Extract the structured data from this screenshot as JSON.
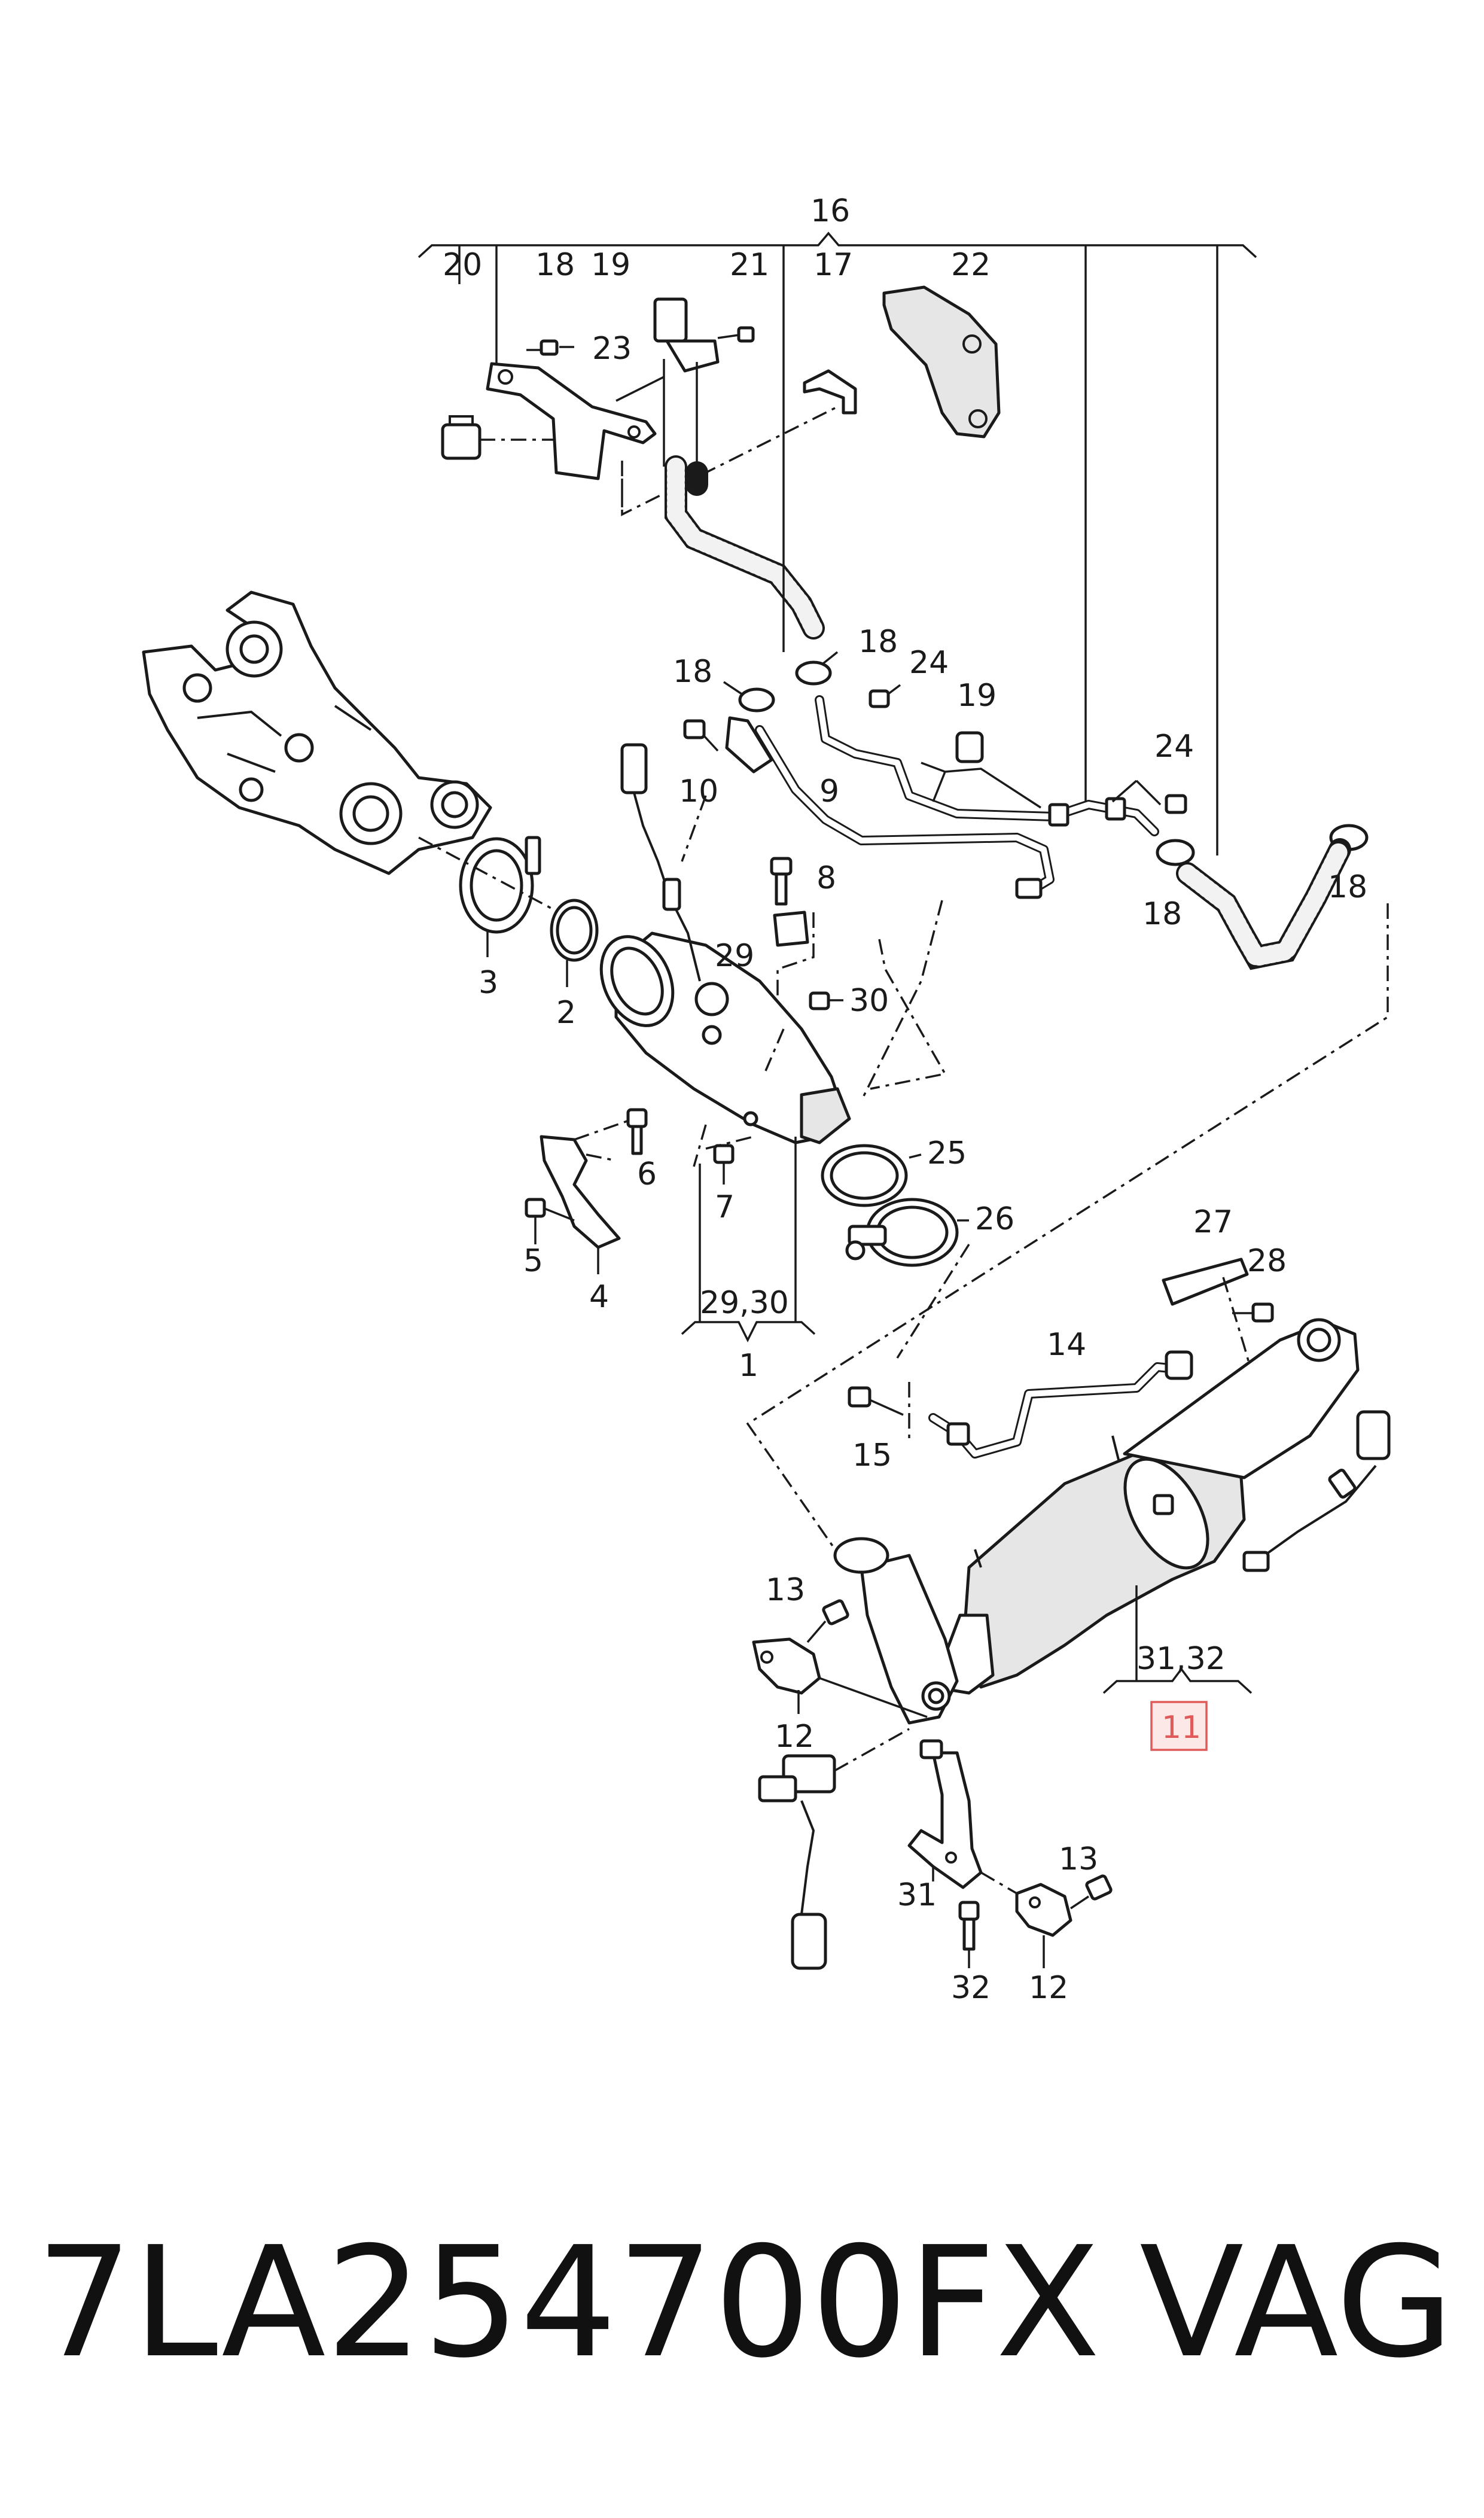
{
  "diagram": {
    "labels": {
      "l16": "16",
      "l20": "20",
      "l18a": "18",
      "l19a": "19",
      "l21": "21",
      "l17": "17",
      "l22": "22",
      "l23": "23",
      "l18b": "18",
      "l18c": "18",
      "l24a": "24",
      "l19b": "19",
      "l10": "10",
      "l9": "9",
      "l24b": "24",
      "l18d": "18",
      "l18e": "18",
      "l8": "8",
      "l29": "29",
      "l30": "30",
      "l3": "3",
      "l2": "2",
      "l6": "6",
      "l7": "7",
      "l5": "5",
      "l4": "4",
      "l25": "25",
      "l26": "26",
      "l2930": "29,30",
      "l1": "1",
      "l27": "27",
      "l28": "28",
      "l14": "14",
      "l15": "15",
      "l13a": "13",
      "l12a": "12",
      "l3132": "31,32",
      "l11": "11",
      "l31": "31",
      "l32": "32",
      "l13b": "13",
      "l12b": "12"
    },
    "highlight_color": "#e05a5a",
    "highlight_fill": "#fde8e8"
  },
  "footer": {
    "part_number": "7LA254700FX",
    "brand": "VAG"
  }
}
